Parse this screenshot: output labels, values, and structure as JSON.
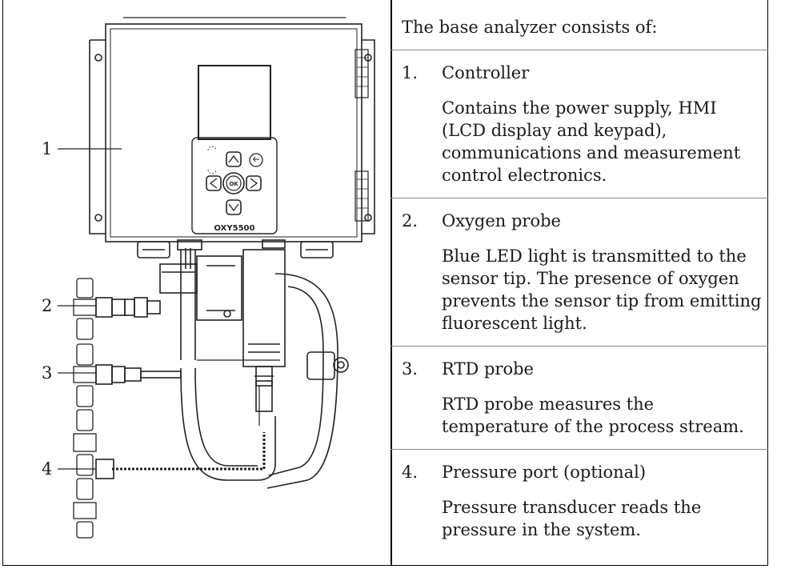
{
  "figure": {
    "device_label": "OXY5500",
    "keypad_ok": "OK",
    "callouts": [
      "1",
      "2",
      "3",
      "4"
    ]
  },
  "content": {
    "intro": "The base analyzer consists of:",
    "items": [
      {
        "num": "1.",
        "title": "Controller",
        "desc": "Contains the power supply, HMI (LCD display and keypad), communications and measurement control electronics."
      },
      {
        "num": "2.",
        "title": "Oxygen probe",
        "desc": "Blue LED light is transmitted to the sensor tip. The presence of oxygen prevents the sensor tip from emitting fluorescent light."
      },
      {
        "num": "3.",
        "title": "RTD probe",
        "desc": "RTD probe measures the temperature of the process stream."
      },
      {
        "num": "4.",
        "title": "Pressure port (optional)",
        "desc": "Pressure transducer reads the pressure in the system."
      }
    ]
  }
}
